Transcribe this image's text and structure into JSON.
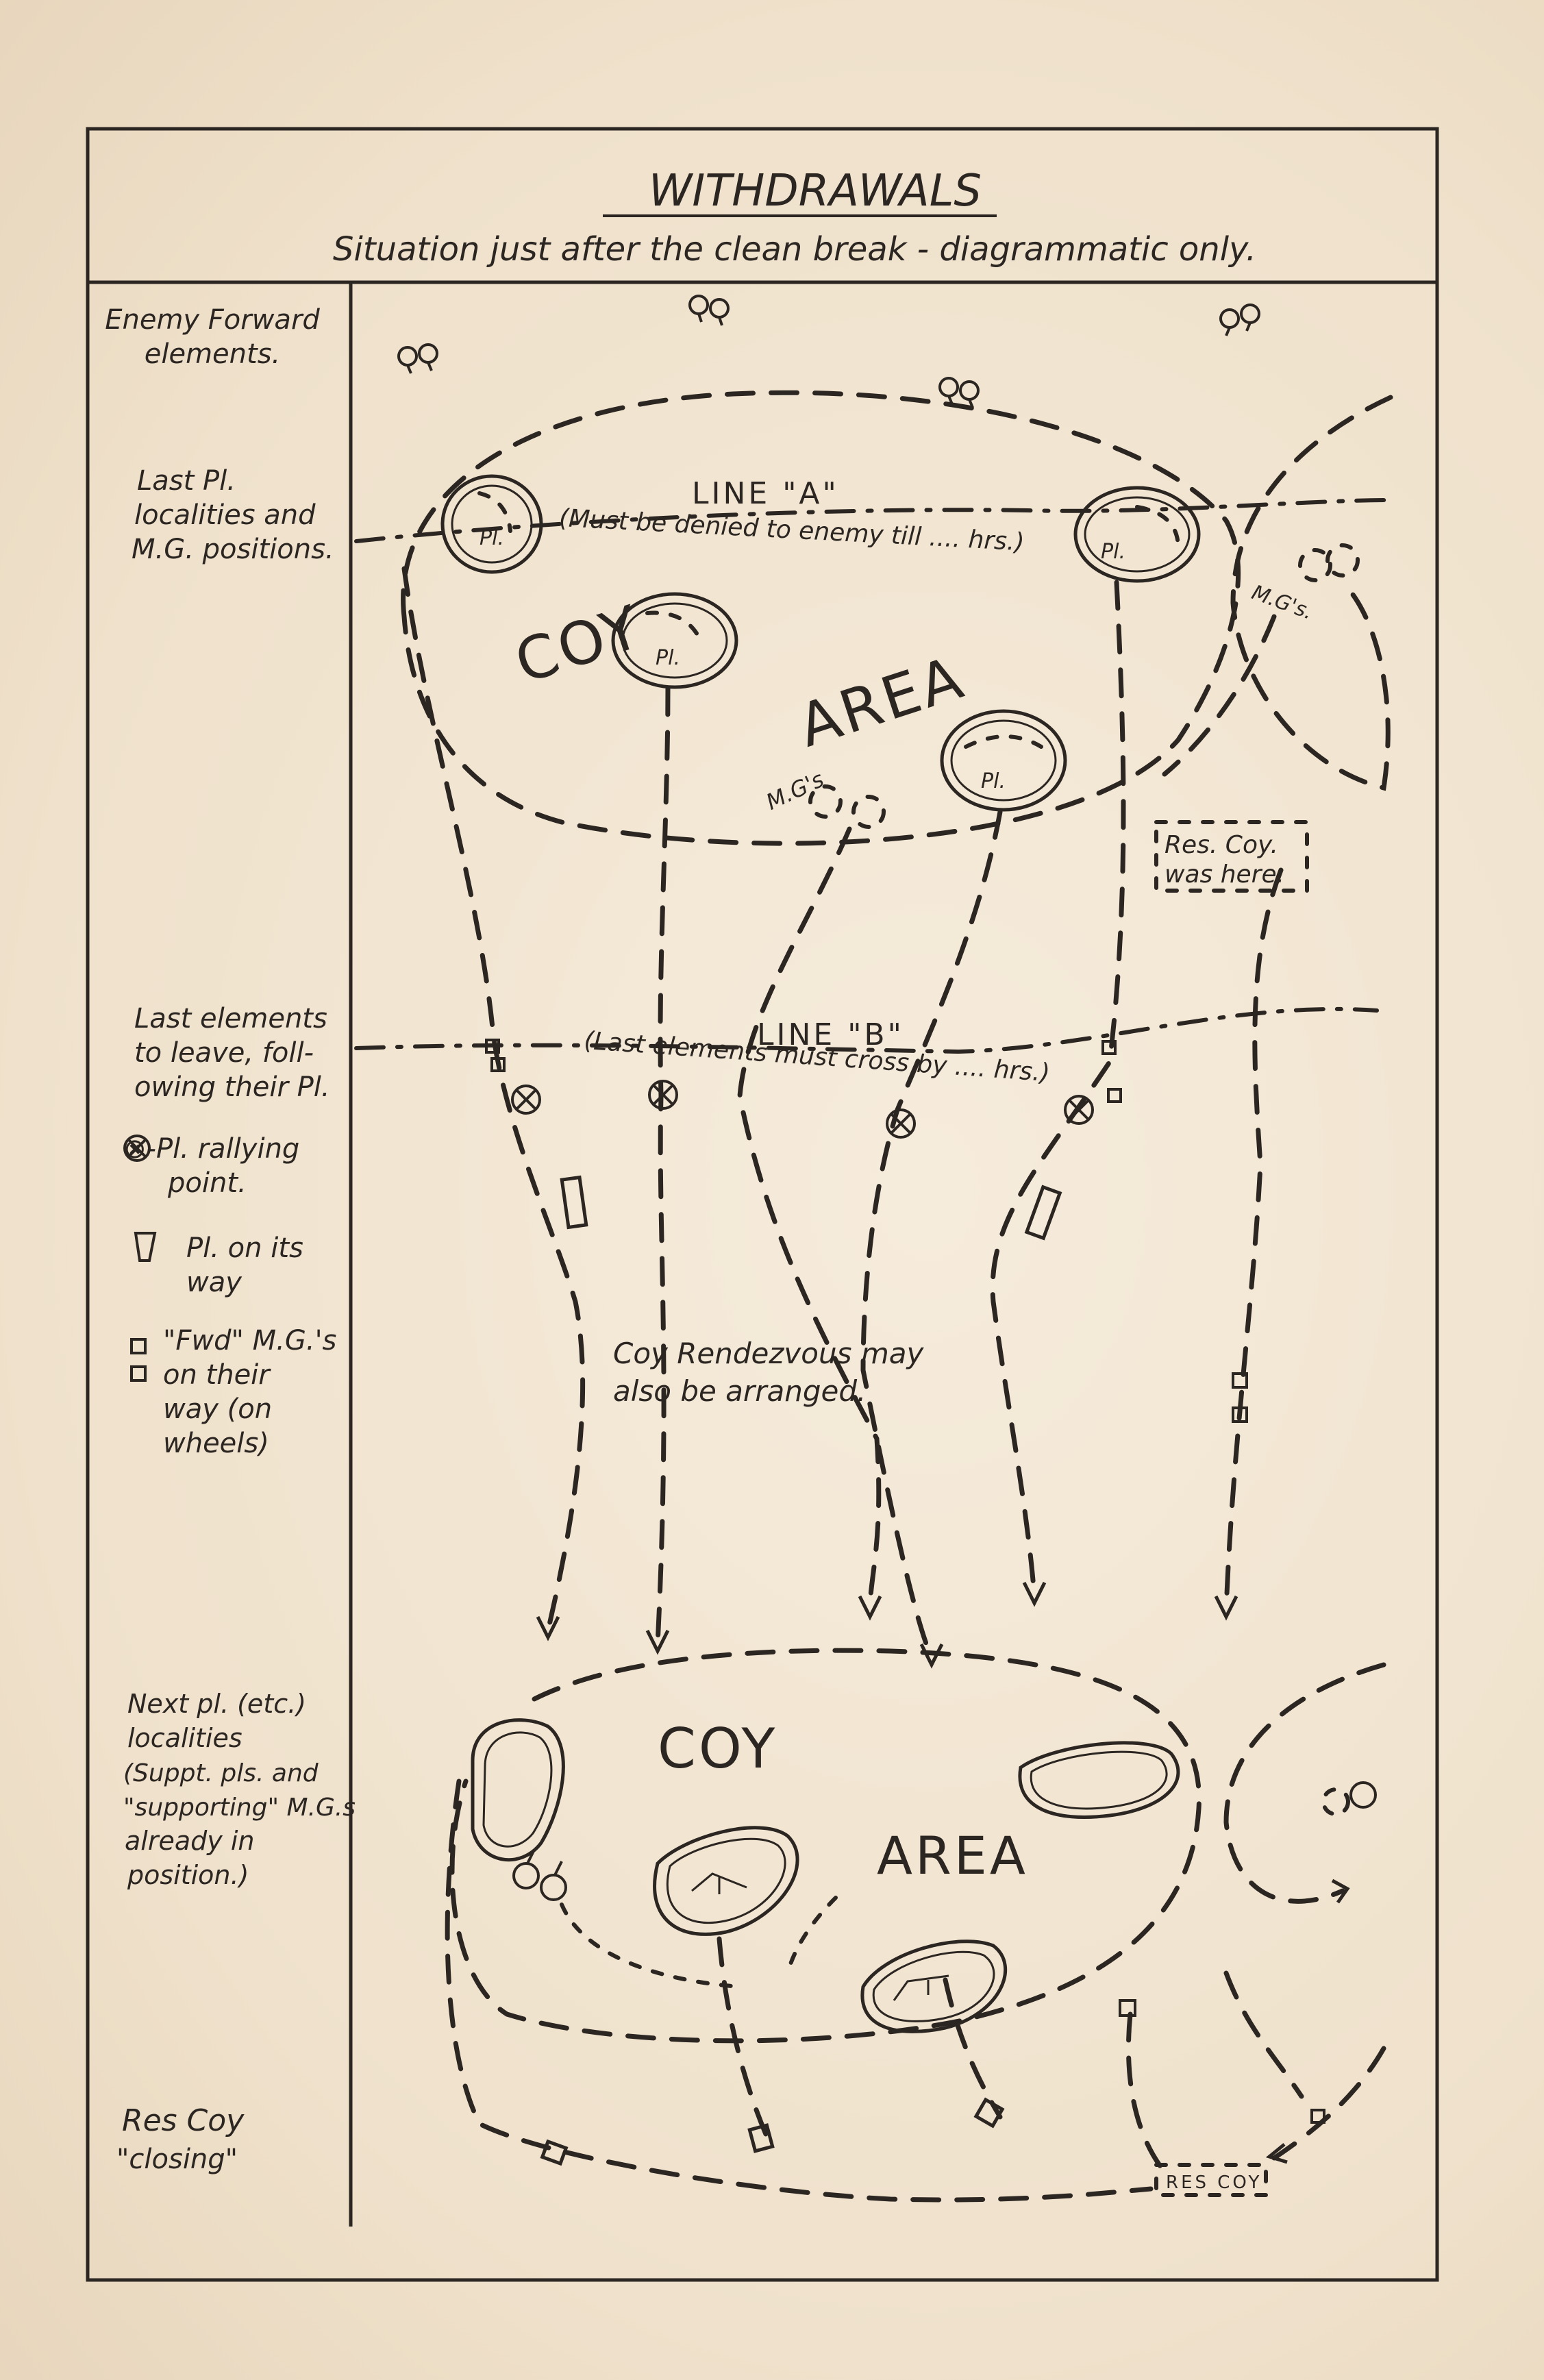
{
  "title": "WITHDRAWALS",
  "subtitle": "Situation just after the clean break - diagrammatic only.",
  "legend": {
    "enemy_forward": [
      "Enemy Forward",
      "elements."
    ],
    "last_pl": [
      "Last Pl.",
      "localities and",
      "M.G. positions."
    ],
    "last_elements": [
      "Last elements",
      "to leave, foll-",
      "owing their Pl."
    ],
    "rallying": [
      "⊗-Pl. rallying",
      "point."
    ],
    "pl_way": [
      "Pl. on its",
      "way"
    ],
    "fwd_mgs": [
      "\"Fwd\" M.G.'s",
      "on their",
      "way (on",
      "wheels)"
    ],
    "next_pl": [
      "Next pl. (etc.)",
      "localities",
      "(Suppt. pls. and",
      "\"supporting\" M.G.s",
      "already in",
      "position.)"
    ],
    "res_coy": [
      "Res Coy",
      "\"closing\""
    ]
  },
  "map": {
    "line_a": "LINE \"A\"",
    "line_a_note": "(Must be denied to enemy till .... hrs.)",
    "line_b": "LINE \"B\"",
    "line_b_note": "(Last elements must cross by .... hrs.)",
    "coy_upper": "COY",
    "area_upper": "AREA",
    "pl_label": "Pl.",
    "mgs_label": "M.G's",
    "mgs_label_right": "M.G's.",
    "res_coy_box": [
      "Res. Coy.",
      "was here."
    ],
    "rendezvous": [
      "Coy Rendezvous may",
      "also be arranged."
    ],
    "coy_lower": "COY",
    "area_lower": "AREA",
    "res_coy_small": "RES COY"
  }
}
